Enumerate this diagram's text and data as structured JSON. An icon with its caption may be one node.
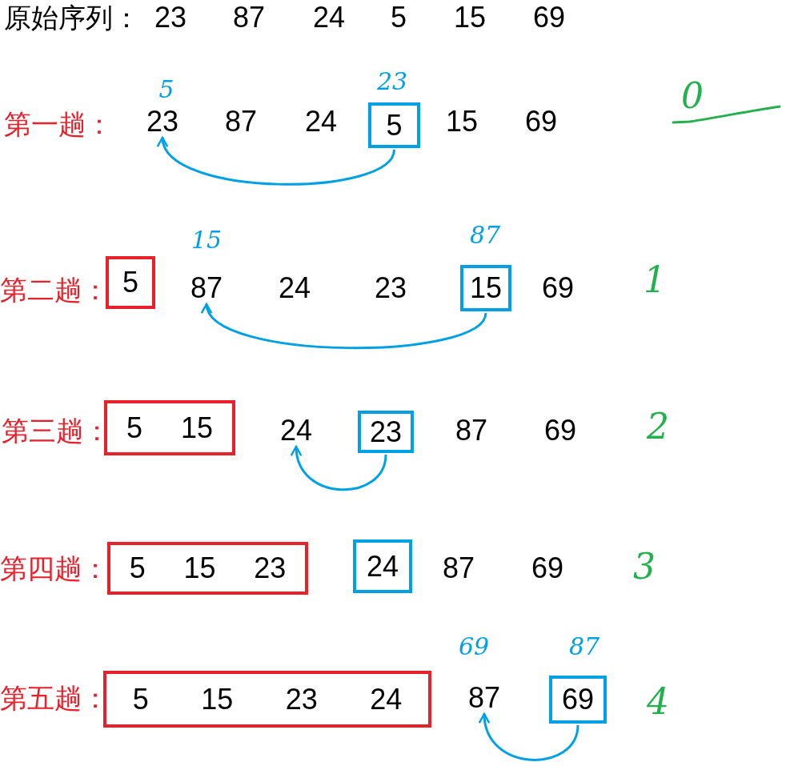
{
  "diagram": {
    "nodes": [
      {
        "text": [
          "23"
        ]
      },
      {
        "text": [
          "5"
        ]
      },
      {
        "text": [
          "5"
        ]
      },
      {
        "text": [
          "87"
        ]
      },
      {
        "text": [
          "15"
        ]
      },
      {
        "text": [
          "5",
          "15"
        ]
      },
      {
        "text": [
          "24"
        ]
      },
      {
        "text": [
          "23"
        ]
      },
      {
        "text": [
          "5",
          "15",
          "23"
        ]
      },
      {
        "text": [
          "24"
        ]
      },
      {
        "text": [
          "5",
          "15",
          "23",
          "24"
        ]
      },
      {
        "text": [
          "87"
        ]
      },
      {
        "text": [
          "69"
        ]
      }
    ],
    "edges": [
      {
        "from": 1,
        "to": 0,
        "arrow": "to"
      },
      {
        "from": 4,
        "to": 3,
        "arrow": "to"
      },
      {
        "from": 7,
        "to": 6,
        "arrow": "to"
      },
      {
        "from": 12,
        "to": 11,
        "arrow": "to"
      }
    ],
    "labels": [
      "原始序列：",
      "23",
      "87",
      "24",
      "5",
      "15",
      "69",
      "5",
      "23",
      "第一趟：",
      "87",
      "24",
      "15",
      "69",
      "0",
      "15",
      "87",
      "第二趟：",
      "24",
      "23",
      "69",
      "1",
      "第三趟：",
      "87",
      "69",
      "2",
      "第四趟：",
      "87",
      "69",
      "3",
      "69",
      "87",
      "第五趟：",
      "4"
    ]
  }
}
